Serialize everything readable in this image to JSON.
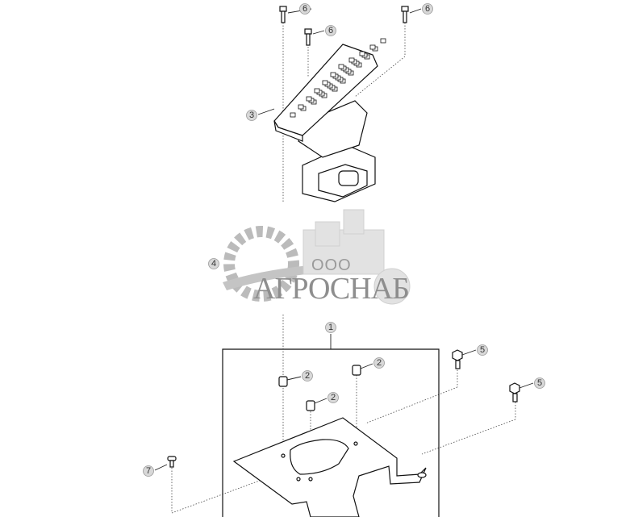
{
  "diagram": {
    "callouts": {
      "bolt_top_left": "6",
      "bolt_top_mid": "6",
      "bolt_top_right": "6",
      "pedal": "3",
      "hidden_part": "4",
      "bracket_assembly": "1",
      "spacer_a": "2",
      "spacer_b": "2",
      "spacer_c": "2",
      "bolt_right_a": "5",
      "bolt_right_b": "5",
      "screw_left": "7"
    }
  },
  "watermark": {
    "prefix": "ООО",
    "name": "АГРОСНАБ"
  }
}
